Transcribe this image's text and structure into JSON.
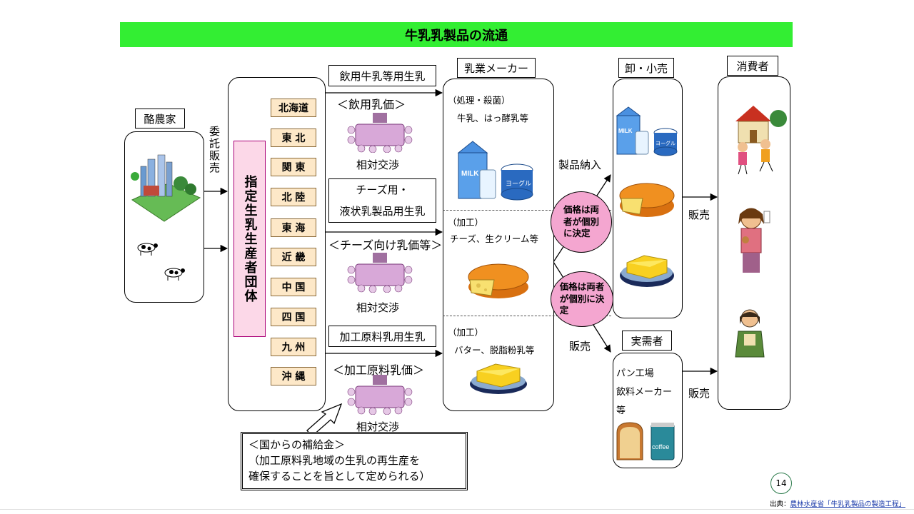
{
  "title": "牛乳乳製品の流通",
  "dairy_farmer": {
    "label": "酪農家"
  },
  "consignment": {
    "text": "委託販売"
  },
  "producer_group": {
    "text": "指定生乳生産者団体"
  },
  "regions": [
    "北海道",
    "東 北",
    "関 東",
    "北 陸",
    "東 海",
    "近 畿",
    "中 国",
    "四 国",
    "九 州",
    "沖 縄"
  ],
  "flows": {
    "drinking": {
      "label": "飲用牛乳等用生乳",
      "price": "＜飲用乳価＞",
      "negotiation": "相対交渉"
    },
    "cheese": {
      "label_line1": "チーズ用・",
      "label_line2": "液状乳製品用生乳",
      "price": "＜チーズ向け乳価等＞",
      "negotiation": "相対交渉"
    },
    "processing": {
      "label": "加工原料乳用生乳",
      "price": "＜加工原料乳価＞",
      "negotiation": "相対交渉"
    }
  },
  "manufacturer": {
    "label": "乳業メーカー",
    "sec1_head": "（処理・殺菌）",
    "sec1_body": "牛乳、はっ酵乳等",
    "sec2_head": "（加工）",
    "sec2_body": "チーズ、生クリーム等",
    "sec3_head": "（加工）",
    "sec3_body": "バター、脱脂粉乳等",
    "milk_text": "MILK",
    "yogurt_text": "ヨーグルト"
  },
  "product_delivery": "製品納入",
  "price_note1": {
    "l1": "価格は両",
    "l2": "者が個別",
    "l3": "に決定"
  },
  "price_note2": {
    "l1": "価格は両者",
    "l2": "が個別に決",
    "l3": "定"
  },
  "sales_label": "販売",
  "wholesale": {
    "label": "卸・小売",
    "milk_text": "MILK",
    "yogurt_text": "ヨーグルト"
  },
  "real_demand": {
    "label": "実需者",
    "line1": "パン工場",
    "line2": "飲料メーカー",
    "line3": "等",
    "coffee_text": "coffee"
  },
  "consumer": {
    "label": "消費者"
  },
  "sales1": "販売",
  "sales2": "販売",
  "subsidy": {
    "line1": "＜国からの補給金＞",
    "line2": "（加工原料乳地域の生乳の再生産を",
    "line3": "確保することを旨として定められる）"
  },
  "page_number": "14",
  "source_prefix": "出典：",
  "source_link": "農林水産省「牛乳乳製品の製造工程」",
  "colors": {
    "title_bar": "#33ee33",
    "region_fill": "#fde8c8",
    "price_pill": "#f4a6d0",
    "producer_fill": "#fcd8e8"
  }
}
